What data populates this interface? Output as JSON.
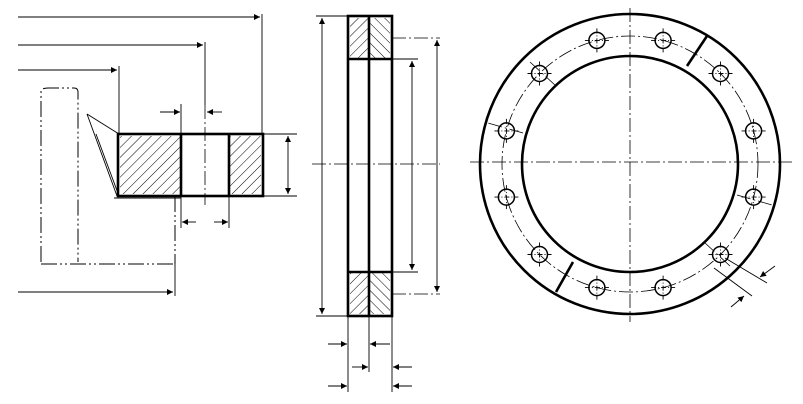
{
  "drawing": {
    "views": [
      "partial-section-view",
      "side-section-view",
      "front-view"
    ],
    "bolt_hole_count": 12,
    "colors": {
      "line": "#000000",
      "background": "#ffffff"
    }
  }
}
